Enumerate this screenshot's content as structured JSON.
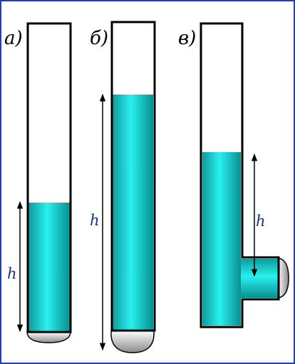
{
  "panels": {
    "a": {
      "label": "а)",
      "height_label": "h"
    },
    "b": {
      "label": "б)",
      "height_label": "h"
    },
    "v": {
      "label": "в)",
      "height_label": "h"
    }
  },
  "colors": {
    "liquid": "#1fd6d6",
    "tube_outline": "#000000",
    "border": "#1f3fbf",
    "height_label": "#1a2f8a"
  }
}
